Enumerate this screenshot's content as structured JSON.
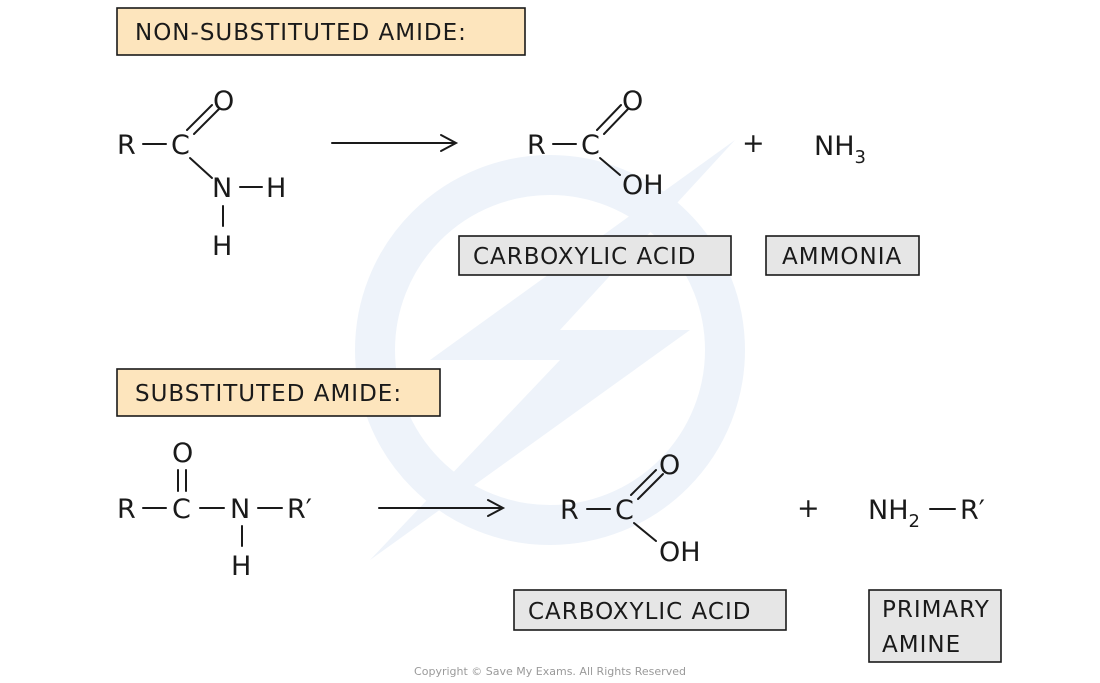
{
  "section1": {
    "header": "NON-SUBSTITUTED AMIDE:"
  },
  "section2": {
    "header": "SUBSTITUTED AMIDE:"
  },
  "labels": {
    "carboxylic_acid": "CARBOXYLIC ACID",
    "ammonia": "AMMONIA",
    "primary_amine_1": "PRIMARY",
    "primary_amine_2": "AMINE"
  },
  "atoms": {
    "R": "R",
    "C": "C",
    "O": "O",
    "N": "N",
    "H": "H",
    "OH": "OH",
    "R_prime": "R′",
    "NH": "NH",
    "NH_sub3": "3",
    "NH_sub2": "2",
    "plus": "+"
  },
  "footer": {
    "copyright": "Copyright © Save My Exams. All Rights Reserved"
  },
  "colors": {
    "header_fill": "#fde5bd",
    "label_fill": "#e6e6e6",
    "ink": "#1a1a1a"
  }
}
